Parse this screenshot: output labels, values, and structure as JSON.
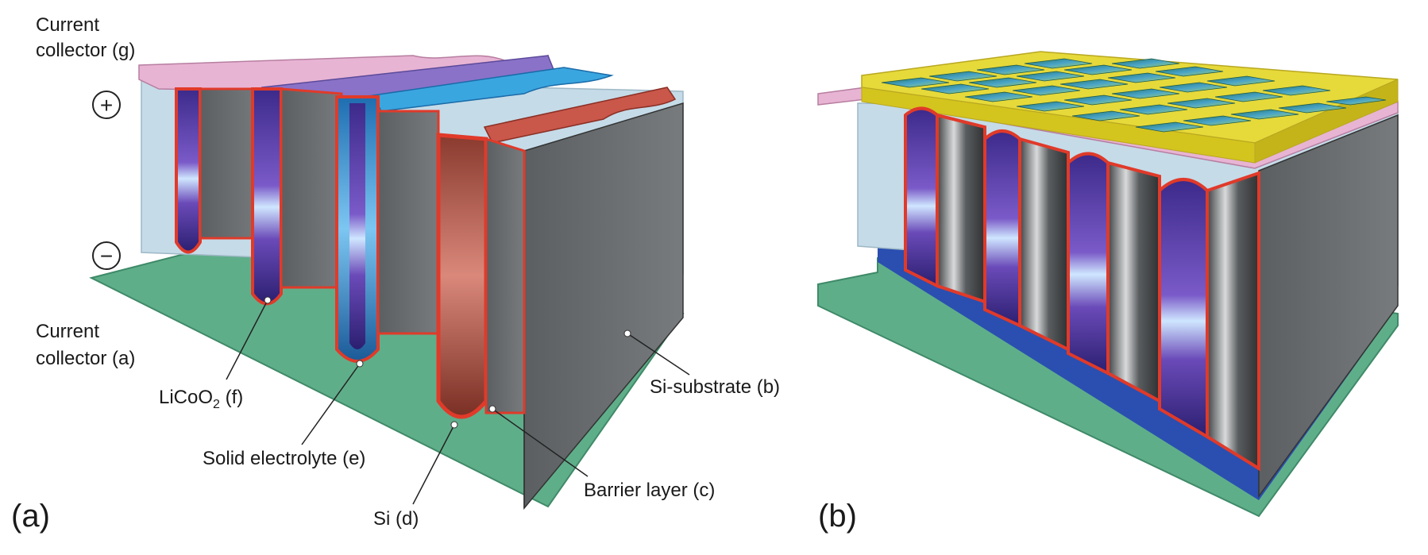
{
  "panel_a": {
    "label": "(a)",
    "current_collector_top": [
      "Current",
      "collector (g)"
    ],
    "current_collector_bottom": [
      "Current",
      "collector (a)"
    ],
    "plus_symbol": "+",
    "minus_symbol": "−",
    "licoo2_label": {
      "prefix": "LiCoO",
      "sub": "2",
      "suffix": " (f)"
    },
    "solid_electrolyte_label": "Solid electrolyte (e)",
    "si_label": "Si (d)",
    "barrier_layer_label": "Barrier layer (c)",
    "si_substrate_label": "Si-substrate (b)"
  },
  "panel_b": {
    "label": "(b)"
  },
  "colors": {
    "collector_top": "#e8b4d4",
    "collector_bottom": "#5fae8a",
    "licoo2": "#5b3fa0",
    "electrolyte": "#2e8fd6",
    "si": "#b3483a",
    "barrier": "#e03a2a",
    "substrate": "#6d7072",
    "background_box": "#c5dbe8",
    "grid_top": "#e6d93a"
  }
}
